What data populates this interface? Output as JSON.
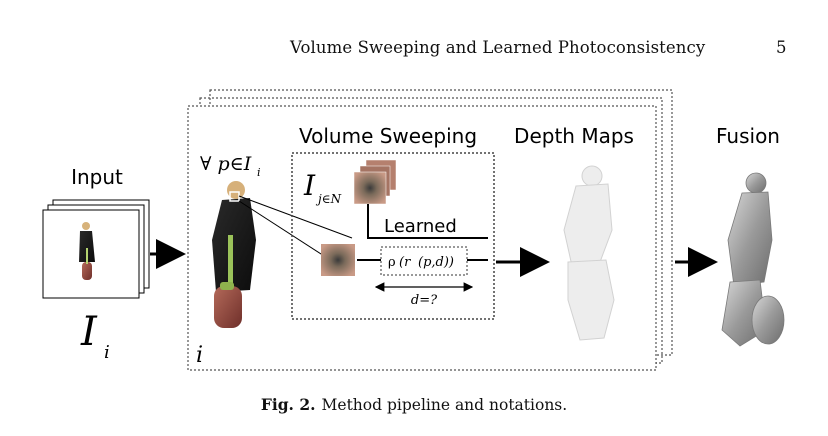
{
  "header": {
    "running_title": "Volume Sweeping and Learned Photoconsistency",
    "page_number": "5"
  },
  "figure": {
    "labels": {
      "input": "Input",
      "volume_sweeping": "Volume  Sweeping",
      "depth_maps": "Depth Maps",
      "fusion": "Fusion",
      "learned": "Learned",
      "forall_p": "∀ p∈I",
      "forall_sub": "i",
      "I_j": "I",
      "I_j_sub": "j∈N",
      "rho_func": "ρ",
      "rho_rest": "(r",
      "rho_args": "(p,d))",
      "d_query": "d=?",
      "I_i": "I",
      "I_i_sub": "i",
      "view_index": "i"
    }
  },
  "caption": {
    "label": "Fig. 2.",
    "text": "Method pipeline and notations."
  }
}
